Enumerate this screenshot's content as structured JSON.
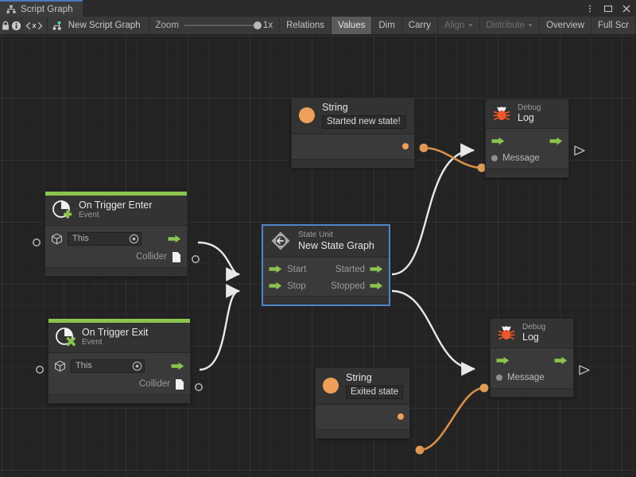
{
  "window": {
    "tab_label": "Script Graph",
    "tab_icon": "script-graph-icon",
    "controls": [
      "kebab-menu-icon",
      "maximize-icon",
      "close-icon"
    ]
  },
  "toolbar": {
    "lock_icon": "lock-icon",
    "info_icon": "info-icon",
    "code_icon": "angle-brackets-icon",
    "graph_icon": "script-graph-icon",
    "graph_name": "New Script Graph",
    "zoom_label": "Zoom",
    "zoom_value": "1x",
    "zoom_slider_percent": 100,
    "buttons": [
      {
        "label": "Relations",
        "active": false,
        "dim": false,
        "dropdown": false
      },
      {
        "label": "Values",
        "active": true,
        "dim": false,
        "dropdown": false
      },
      {
        "label": "Dim",
        "active": false,
        "dim": false,
        "dropdown": false
      },
      {
        "label": "Carry",
        "active": false,
        "dim": false,
        "dropdown": false
      },
      {
        "label": "Align",
        "active": false,
        "dim": true,
        "dropdown": true
      },
      {
        "label": "Distribute",
        "active": false,
        "dim": true,
        "dropdown": true
      },
      {
        "label": "Overview",
        "active": false,
        "dim": false,
        "dropdown": false
      },
      {
        "label": "Full Scr",
        "active": false,
        "dim": false,
        "dropdown": false
      }
    ]
  },
  "colors": {
    "canvas_bg": "#232323",
    "node_bg": "#333333",
    "node_body_bg": "#3a3a3a",
    "event_accent": "#8ac44e",
    "flow_green": "#8ac44e",
    "data_orange": "#ef9f5a",
    "selection_blue": "#4f86c6",
    "wire_white": "#e8e8e8",
    "tab_accent": "#4a7ab8"
  },
  "nodes": {
    "string_top": {
      "title": "String",
      "icon": "string-value-icon",
      "value": "Started new state!",
      "output_port": "string-output-port"
    },
    "debug_log_top": {
      "subtitle": "Debug",
      "title": "Log",
      "icon": "bug-icon",
      "flow_in": "flow-in-port",
      "flow_out": "flow-out-port",
      "message_label": "Message"
    },
    "on_trigger_enter": {
      "title": "On Trigger Enter",
      "subtitle": "Event",
      "icon": "event-add-icon",
      "target_icon": "gameobject-icon",
      "target_value": "This",
      "picker_icon": "object-picker-icon",
      "collider_label": "Collider",
      "collider_icon": "collider-doc-icon"
    },
    "state_unit": {
      "subtitle": "State Unit",
      "title": "New State Graph",
      "icon": "state-unit-icon",
      "selected": true,
      "inputs": [
        "Start",
        "Stop"
      ],
      "outputs": [
        "Started",
        "Stopped"
      ]
    },
    "on_trigger_exit": {
      "title": "On Trigger Exit",
      "subtitle": "Event",
      "icon": "event-remove-icon",
      "target_icon": "gameobject-icon",
      "target_value": "This",
      "picker_icon": "object-picker-icon",
      "collider_label": "Collider",
      "collider_icon": "collider-doc-icon"
    },
    "string_bottom": {
      "title": "String",
      "icon": "string-value-icon",
      "value": "Exited state",
      "output_port": "string-output-port"
    },
    "debug_log_bottom": {
      "subtitle": "Debug",
      "title": "Log",
      "icon": "bug-icon",
      "flow_in": "flow-in-port",
      "flow_out": "flow-out-port",
      "message_label": "Message"
    }
  },
  "connections": [
    {
      "from": "on_trigger_enter.flow_out",
      "to": "state_unit.Start",
      "kind": "flow"
    },
    {
      "from": "on_trigger_exit.flow_out",
      "to": "state_unit.Stop",
      "kind": "flow"
    },
    {
      "from": "state_unit.Started",
      "to": "debug_log_top.flow_in",
      "kind": "flow"
    },
    {
      "from": "state_unit.Stopped",
      "to": "debug_log_bottom.flow_in",
      "kind": "flow"
    },
    {
      "from": "string_top.output",
      "to": "debug_log_top.Message",
      "kind": "data"
    },
    {
      "from": "string_bottom.output",
      "to": "debug_log_bottom.Message",
      "kind": "data"
    }
  ]
}
